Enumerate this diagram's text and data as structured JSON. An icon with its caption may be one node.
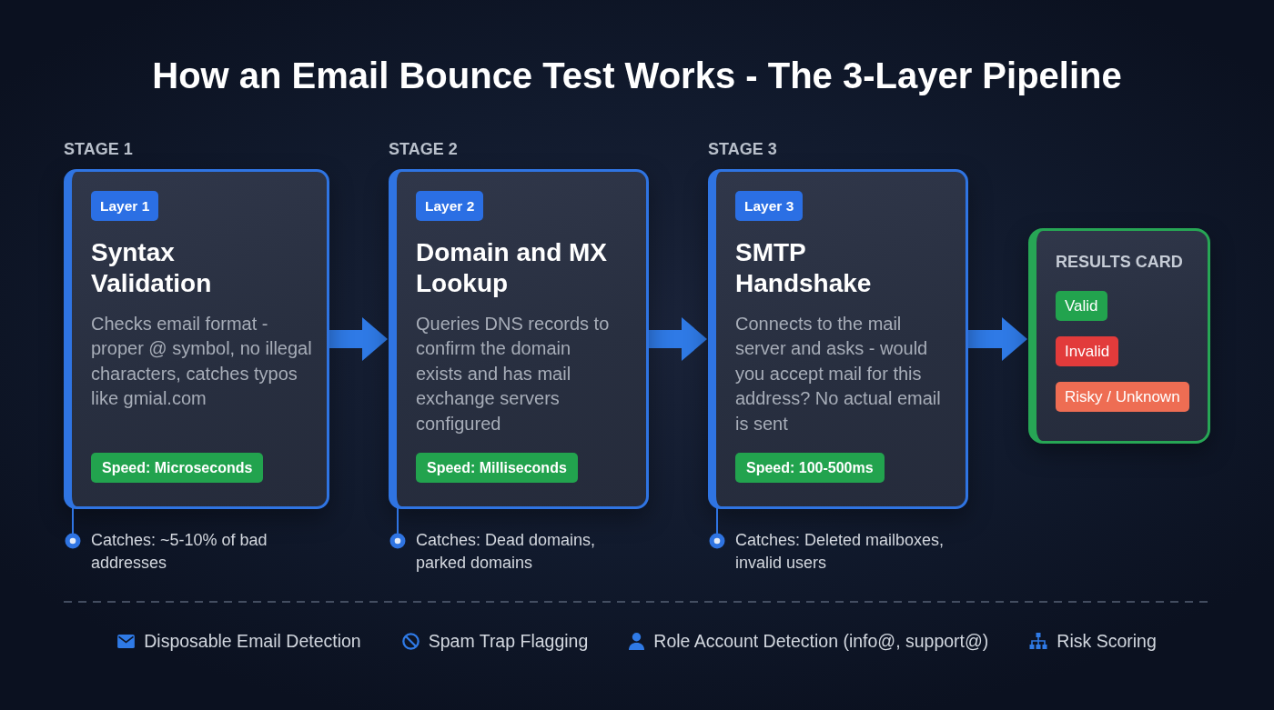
{
  "diagram": {
    "title": "How an Email Bounce Test Works - The 3-Layer Pipeline",
    "nodes": [
      {
        "text": [
          "STAGE 1",
          "Syntax Validation",
          "Checks email format - proper @ symbol, no illegal characters, catches typos like gmial.com"
        ],
        "beside": [
          "Catches: ~5-10% of bad addresses"
        ]
      },
      {
        "text": [
          "Layer 1"
        ],
        "in": 0
      },
      {
        "text": [
          "Speed: Microseconds"
        ],
        "in": 0
      },
      {
        "text": [
          "STAGE 2",
          "Domain and MX Lookup",
          "Queries DNS records to confirm the domain exists and has mail exchange servers configured"
        ],
        "beside": [
          "Catches: Dead domains, parked domains"
        ]
      },
      {
        "text": [
          "Layer 2"
        ],
        "in": 3
      },
      {
        "text": [
          "Speed: Milliseconds"
        ],
        "in": 3
      },
      {
        "text": [
          "STAGE 3",
          "SMTP Handshake",
          "Connects to the mail server and asks - would you accept mail for this address? No actual email is sent"
        ],
        "beside": [
          "Catches: Deleted mailboxes, invalid users"
        ]
      },
      {
        "text": [
          "Layer 3"
        ],
        "in": 6
      },
      {
        "text": [
          "Speed: 100-500ms"
        ],
        "in": 6
      },
      {
        "text": [
          "RESULTS CARD"
        ]
      },
      {
        "text": [
          "Valid"
        ],
        "in": 9
      },
      {
        "text": [
          "Invalid"
        ],
        "in": 9
      },
      {
        "text": [
          "Risky / Unknown"
        ],
        "in": 9
      }
    ],
    "edges": [
      {
        "from": 0,
        "to": 3,
        "arrow": "to"
      },
      {
        "from": 3,
        "to": 6,
        "arrow": "to"
      },
      {
        "from": 6,
        "to": 9,
        "arrow": "to"
      }
    ],
    "labels": [
      "Disposable Email Detection",
      "Spam Trap Flagging",
      "Role Account Detection (info@, support@)",
      "Risk Scoring"
    ]
  }
}
